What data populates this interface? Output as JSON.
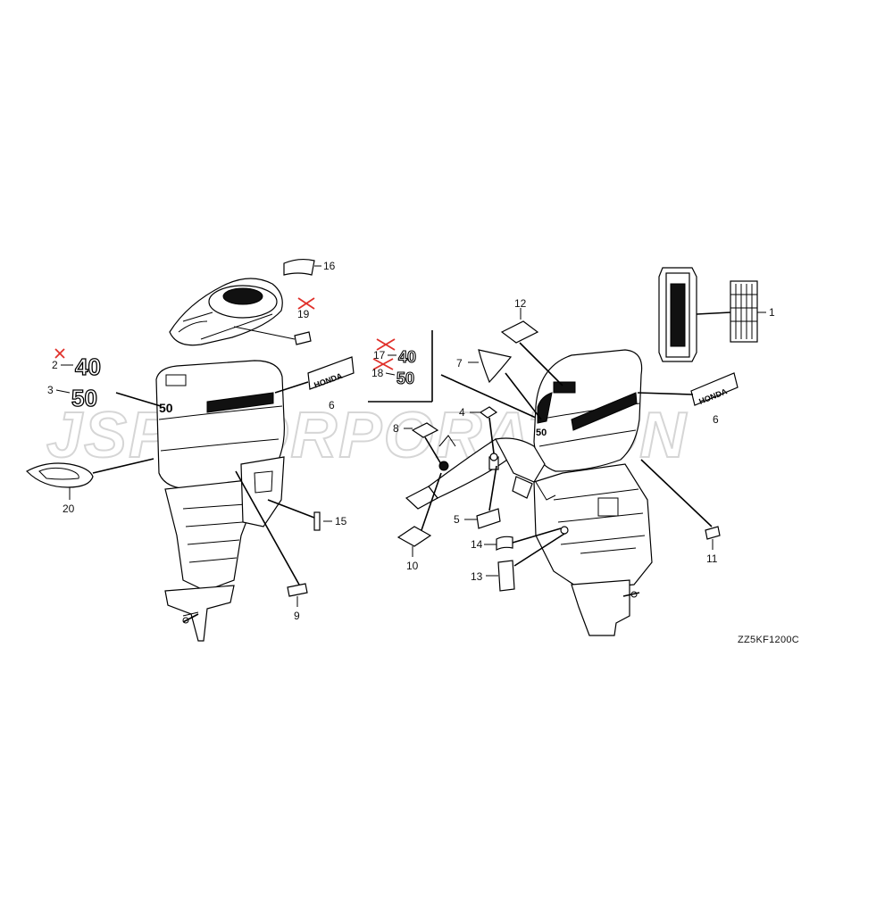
{
  "diagram": {
    "drawing_code": "ZZ5KF1200C",
    "watermark": "JSP CORPORATION",
    "badge_40": "40",
    "badge_50": "50",
    "cowl_number": "50",
    "brand_emblem": "HONDA",
    "callouts": {
      "c1": "1",
      "c2": "2",
      "c3": "3",
      "c4": "4",
      "c5": "5",
      "c6a": "6",
      "c6b": "6",
      "c7": "7",
      "c8": "8",
      "c9": "9",
      "c10": "10",
      "c11": "11",
      "c12": "12",
      "c13": "13",
      "c14": "14",
      "c15": "15",
      "c16": "16",
      "c17": "17",
      "c18": "18",
      "c19": "19",
      "c20": "20"
    },
    "discontinued_mark_color": "#e0302a"
  }
}
